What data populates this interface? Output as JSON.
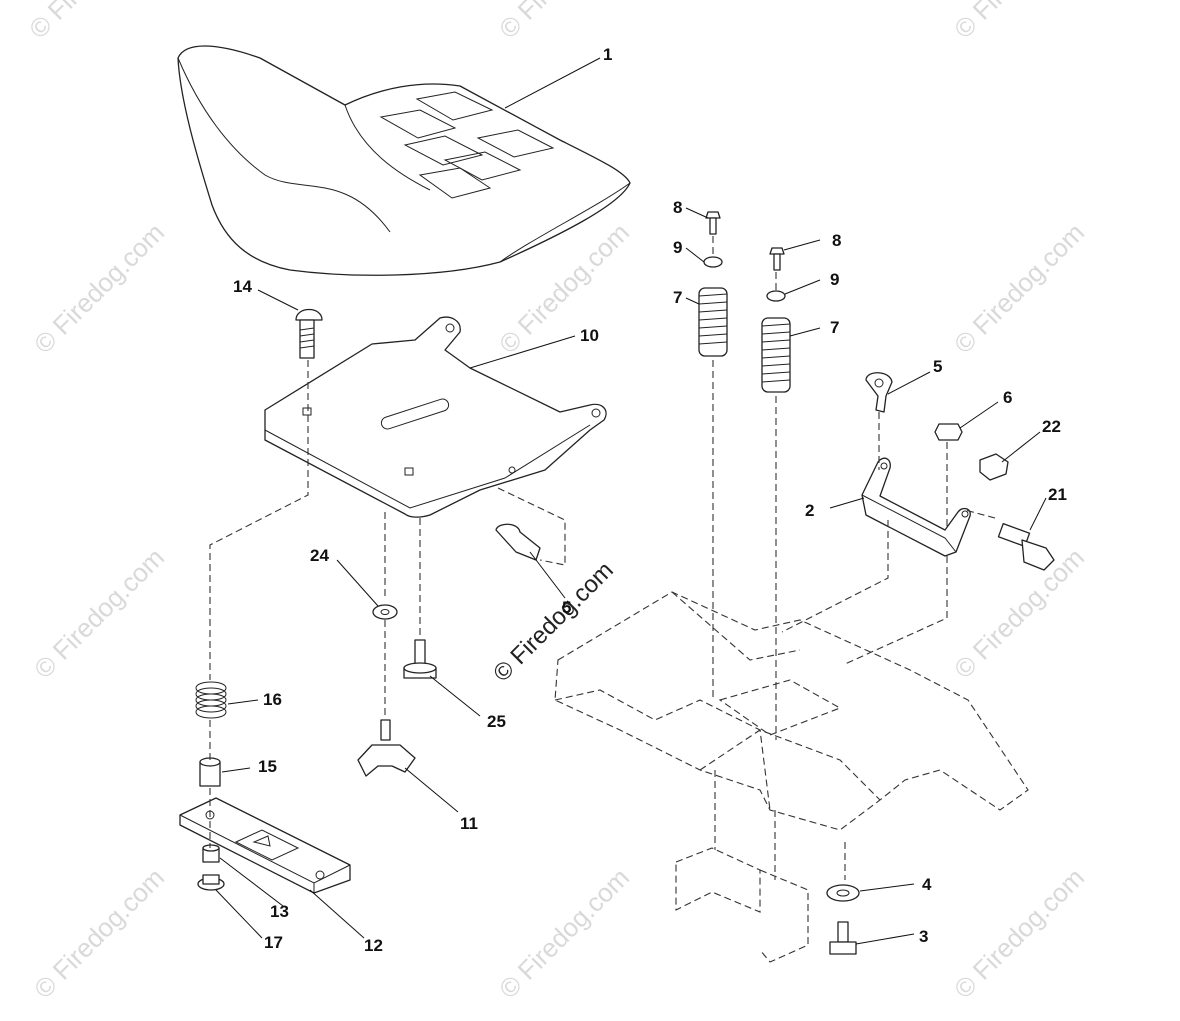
{
  "watermark": {
    "text": "© Firedog.com",
    "color": "#d9d9d9",
    "center_text": "© Firedog.com",
    "center_color": "#222222"
  },
  "callouts": [
    {
      "id": "c1",
      "label": "1"
    },
    {
      "id": "c2",
      "label": "2"
    },
    {
      "id": "c3",
      "label": "3"
    },
    {
      "id": "c4",
      "label": "4"
    },
    {
      "id": "c5",
      "label": "5"
    },
    {
      "id": "c6",
      "label": "6"
    },
    {
      "id": "c7a",
      "label": "7"
    },
    {
      "id": "c7b",
      "label": "7"
    },
    {
      "id": "c8a",
      "label": "8"
    },
    {
      "id": "c8b",
      "label": "8"
    },
    {
      "id": "c9a",
      "label": "9"
    },
    {
      "id": "c9b",
      "label": "9"
    },
    {
      "id": "c10",
      "label": "10"
    },
    {
      "id": "c11",
      "label": "11"
    },
    {
      "id": "c12",
      "label": "12"
    },
    {
      "id": "c13",
      "label": "13"
    },
    {
      "id": "c14",
      "label": "14"
    },
    {
      "id": "c15",
      "label": "15"
    },
    {
      "id": "c16",
      "label": "16"
    },
    {
      "id": "c17",
      "label": "17"
    },
    {
      "id": "c21",
      "label": "21"
    },
    {
      "id": "c22",
      "label": "22"
    },
    {
      "id": "c24",
      "label": "24"
    },
    {
      "id": "c25",
      "label": "25"
    },
    {
      "id": "c5b",
      "label": "5"
    }
  ]
}
